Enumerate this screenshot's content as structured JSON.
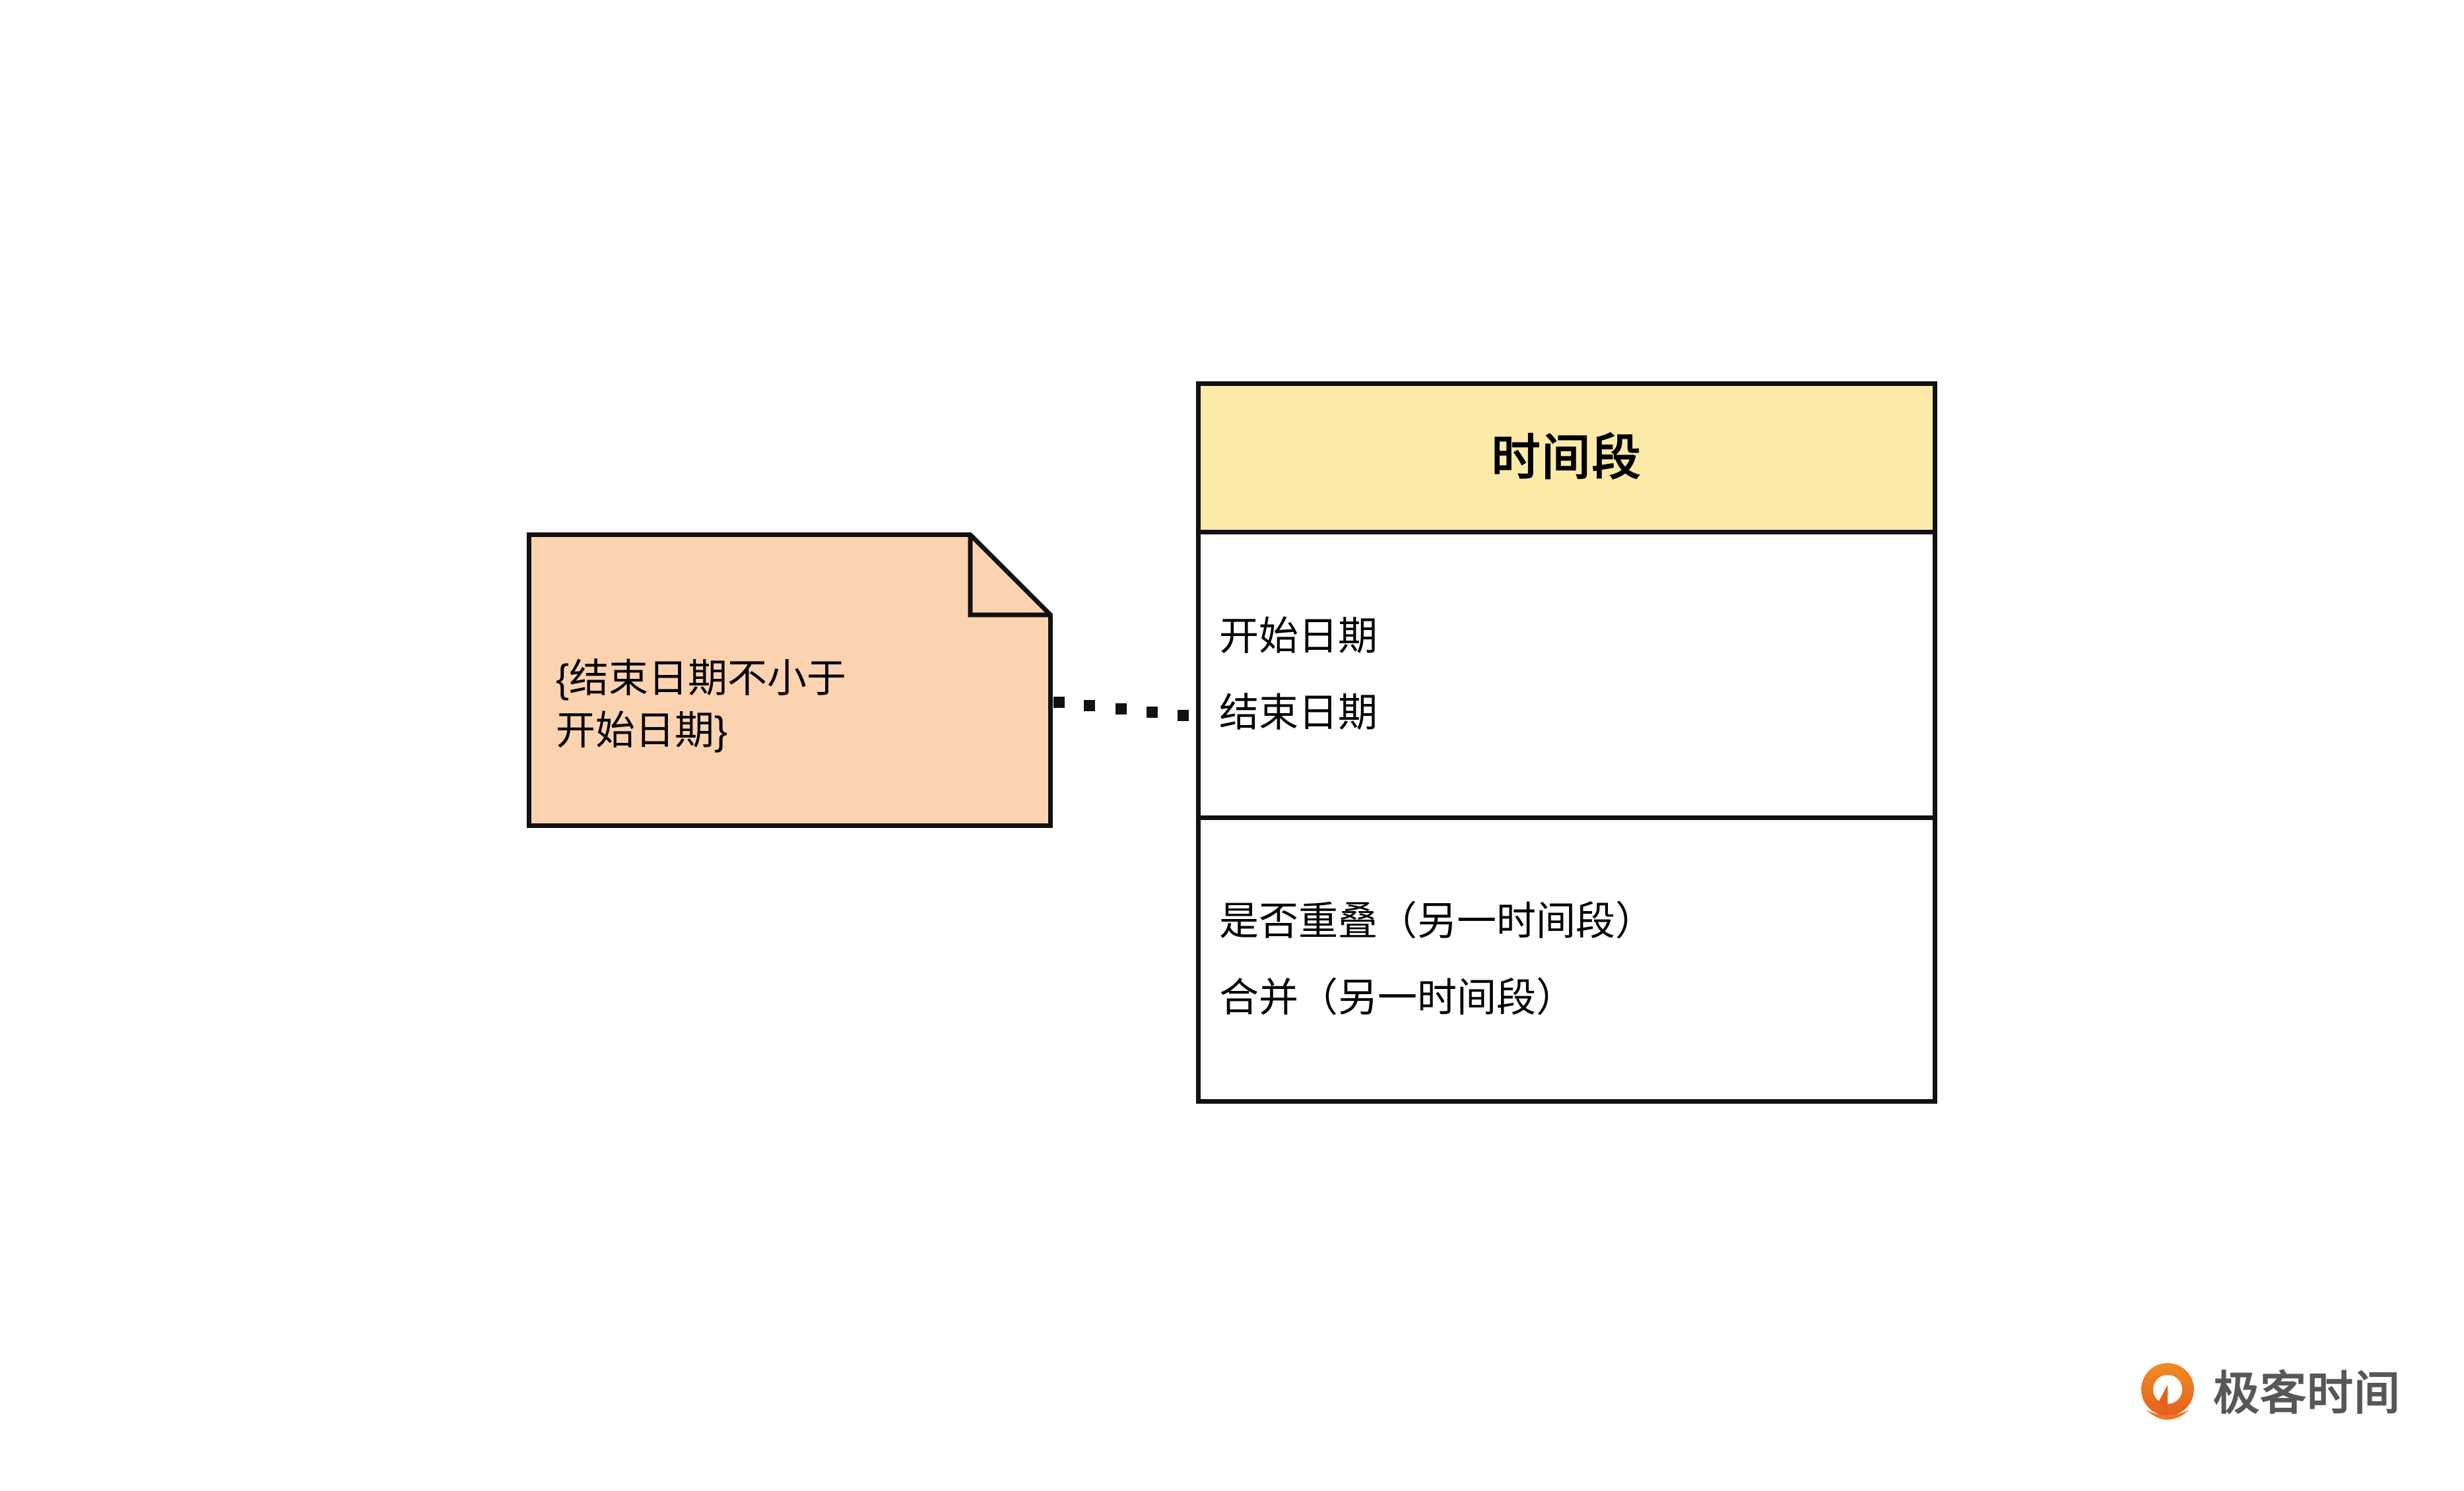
{
  "diagram": {
    "type": "uml-class-diagram",
    "background_color": "#ffffff",
    "class": {
      "name": "时间段",
      "header_fill": "#fceba8",
      "body_fill": "#ffffff",
      "border_color": "#111111",
      "attributes": [
        {
          "label": "开始日期"
        },
        {
          "label": "结束日期"
        }
      ],
      "operations": [
        {
          "label": "是否重叠（另一时间段）"
        },
        {
          "label": "合并（另一时间段）"
        }
      ]
    },
    "note": {
      "text": "{结束日期不小于\n开始日期}",
      "fill": "#fbd3b0",
      "border_color": "#111111",
      "folded_corner": "top-right"
    },
    "connector": {
      "style": "dotted",
      "dot_count": 5,
      "color": "#111111",
      "from": "note",
      "to": "class"
    }
  },
  "logo": {
    "text": "极客时间",
    "mark_color": "#ef7622",
    "text_color": "#555759"
  }
}
